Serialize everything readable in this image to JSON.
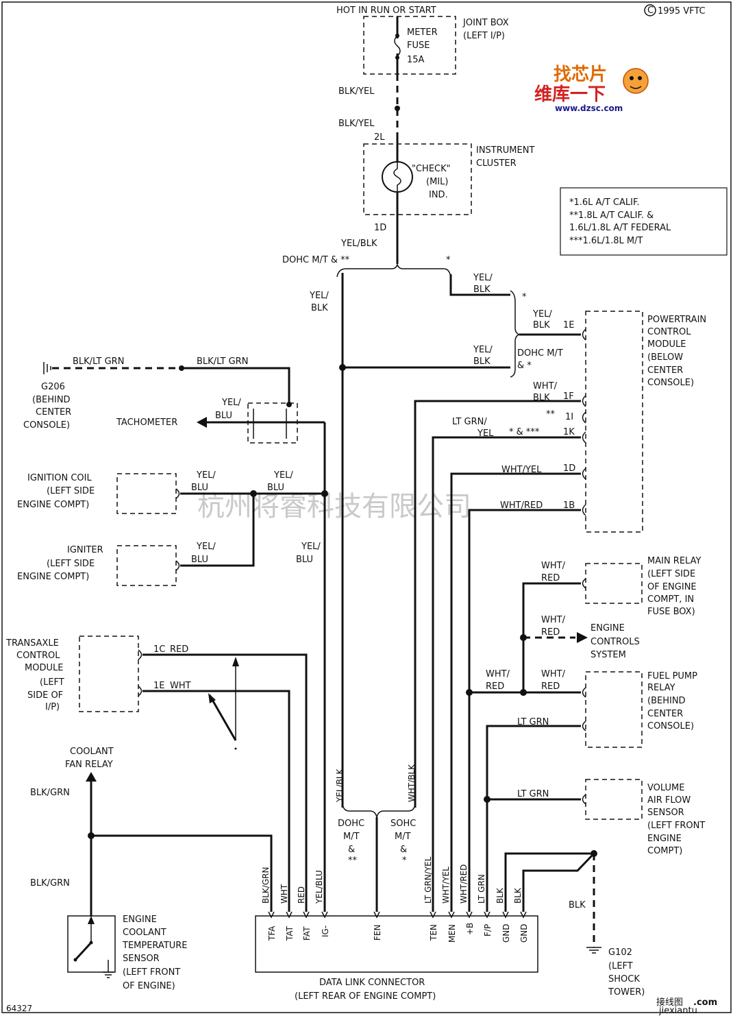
{
  "header": {
    "copyright": "1995 VFTC",
    "copyright_mark": "C",
    "power": "HOT IN RUN OR START",
    "joint_box": [
      "JOINT BOX",
      "(LEFT I/P)"
    ],
    "fuse": [
      "METER",
      "FUSE",
      "15A"
    ]
  },
  "logo": {
    "line1": "找芯片",
    "line2": "维库一下",
    "url": "www.dzsc.com"
  },
  "legend": [
    "*1.6L A/T CALIF.",
    "**1.8L A/T CALIF. &",
    "1.6L/1.8L A/T FEDERAL",
    "***1.6L/1.8L M/T"
  ],
  "cluster": {
    "title": [
      "INSTRUMENT",
      "CLUSTER"
    ],
    "lamp": [
      "\"CHECK\"",
      "(MIL)",
      "IND."
    ],
    "pin_top": "2L",
    "pin_bottom": "1D"
  },
  "wires": {
    "blk_yel": "BLK/YEL",
    "yel_blk": "YEL/BLK",
    "yel_slash": "YEL/",
    "blk": "BLK",
    "blu": "BLU",
    "blk_lt_grn": "BLK/LT GRN",
    "wht_slash": "WHT/",
    "lt_grn_slash": "LT GRN/",
    "yel": "YEL",
    "wht_yel": "WHT/YEL",
    "wht_red": "WHT/RED",
    "red": "RED",
    "wht": "WHT",
    "lt_grn": "LT GRN",
    "blk_grn": "BLK/GRN",
    "yel_blu": "YEL/BLU",
    "wht_blk": "WHT/BLK",
    "lt_grn_yel": "LT GRN/YEL"
  },
  "notes": {
    "dohc_mt": "DOHC M/T & **",
    "dohc_mt2": [
      "DOHC M/T",
      "& *"
    ],
    "single_star": "*",
    "double_star": "**",
    "star_amp": "* & ***",
    "dohc_bottom": [
      "DOHC",
      "M/T",
      "&",
      "**"
    ],
    "sohc_bottom": [
      "SOHC",
      "M/T",
      "&",
      "*"
    ]
  },
  "pcm": {
    "title": [
      "POWERTRAIN",
      "CONTROL",
      "MODULE",
      "(BELOW",
      "CENTER",
      "CONSOLE)"
    ],
    "pins": [
      "1E",
      "1F",
      "1I",
      "1K",
      "1D",
      "1B"
    ]
  },
  "ground_g206": [
    "G206",
    "(BEHIND",
    "CENTER",
    "CONSOLE)"
  ],
  "tachometer": "TACHOMETER",
  "ignition_coil": [
    "IGNITION COIL",
    "(LEFT SIDE",
    "ENGINE COMPT)"
  ],
  "igniter": [
    "IGNITER",
    "(LEFT SIDE",
    "ENGINE COMPT)"
  ],
  "main_relay": [
    "MAIN RELAY",
    "(LEFT SIDE",
    "OF ENGINE",
    "COMPT, IN",
    "FUSE BOX)"
  ],
  "engine_controls": [
    "ENGINE",
    "CONTROLS",
    "SYSTEM"
  ],
  "fuel_pump_relay": [
    "FUEL PUMP",
    "RELAY",
    "(BEHIND",
    "CENTER",
    "CONSOLE)"
  ],
  "vaf_sensor": [
    "VOLUME",
    "AIR FLOW",
    "SENSOR",
    "(LEFT FRONT",
    "ENGINE",
    "COMPT)"
  ],
  "tcm": {
    "title": [
      "TRANSAXLE",
      "CONTROL",
      "MODULE",
      "(LEFT",
      "SIDE OF",
      "I/P)"
    ],
    "pins": [
      "1C",
      "1E"
    ]
  },
  "coolant_fan_relay": [
    "COOLANT",
    "FAN RELAY"
  ],
  "ect_sensor": [
    "ENGINE",
    "COOLANT",
    "TEMPERATURE",
    "SENSOR",
    "(LEFT FRONT",
    "OF ENGINE)"
  ],
  "dlc": {
    "title": [
      "DATA LINK CONNECTOR",
      "(LEFT REAR OF ENGINE COMPT)"
    ],
    "pins": [
      "TFA",
      "TAT",
      "FAT",
      "IG-",
      "FEN",
      "TEN",
      "MEN",
      "+B",
      "F/P",
      "GND",
      "GND"
    ]
  },
  "ground_g102": [
    "G102",
    "(LEFT",
    "SHOCK",
    "TOWER)"
  ],
  "watermark": "杭州将睿科技有限公司",
  "footer": {
    "figure_id": "64327",
    "site_cn": "接线图",
    "site_en": ".com",
    "site_url": "jiexiantu"
  }
}
